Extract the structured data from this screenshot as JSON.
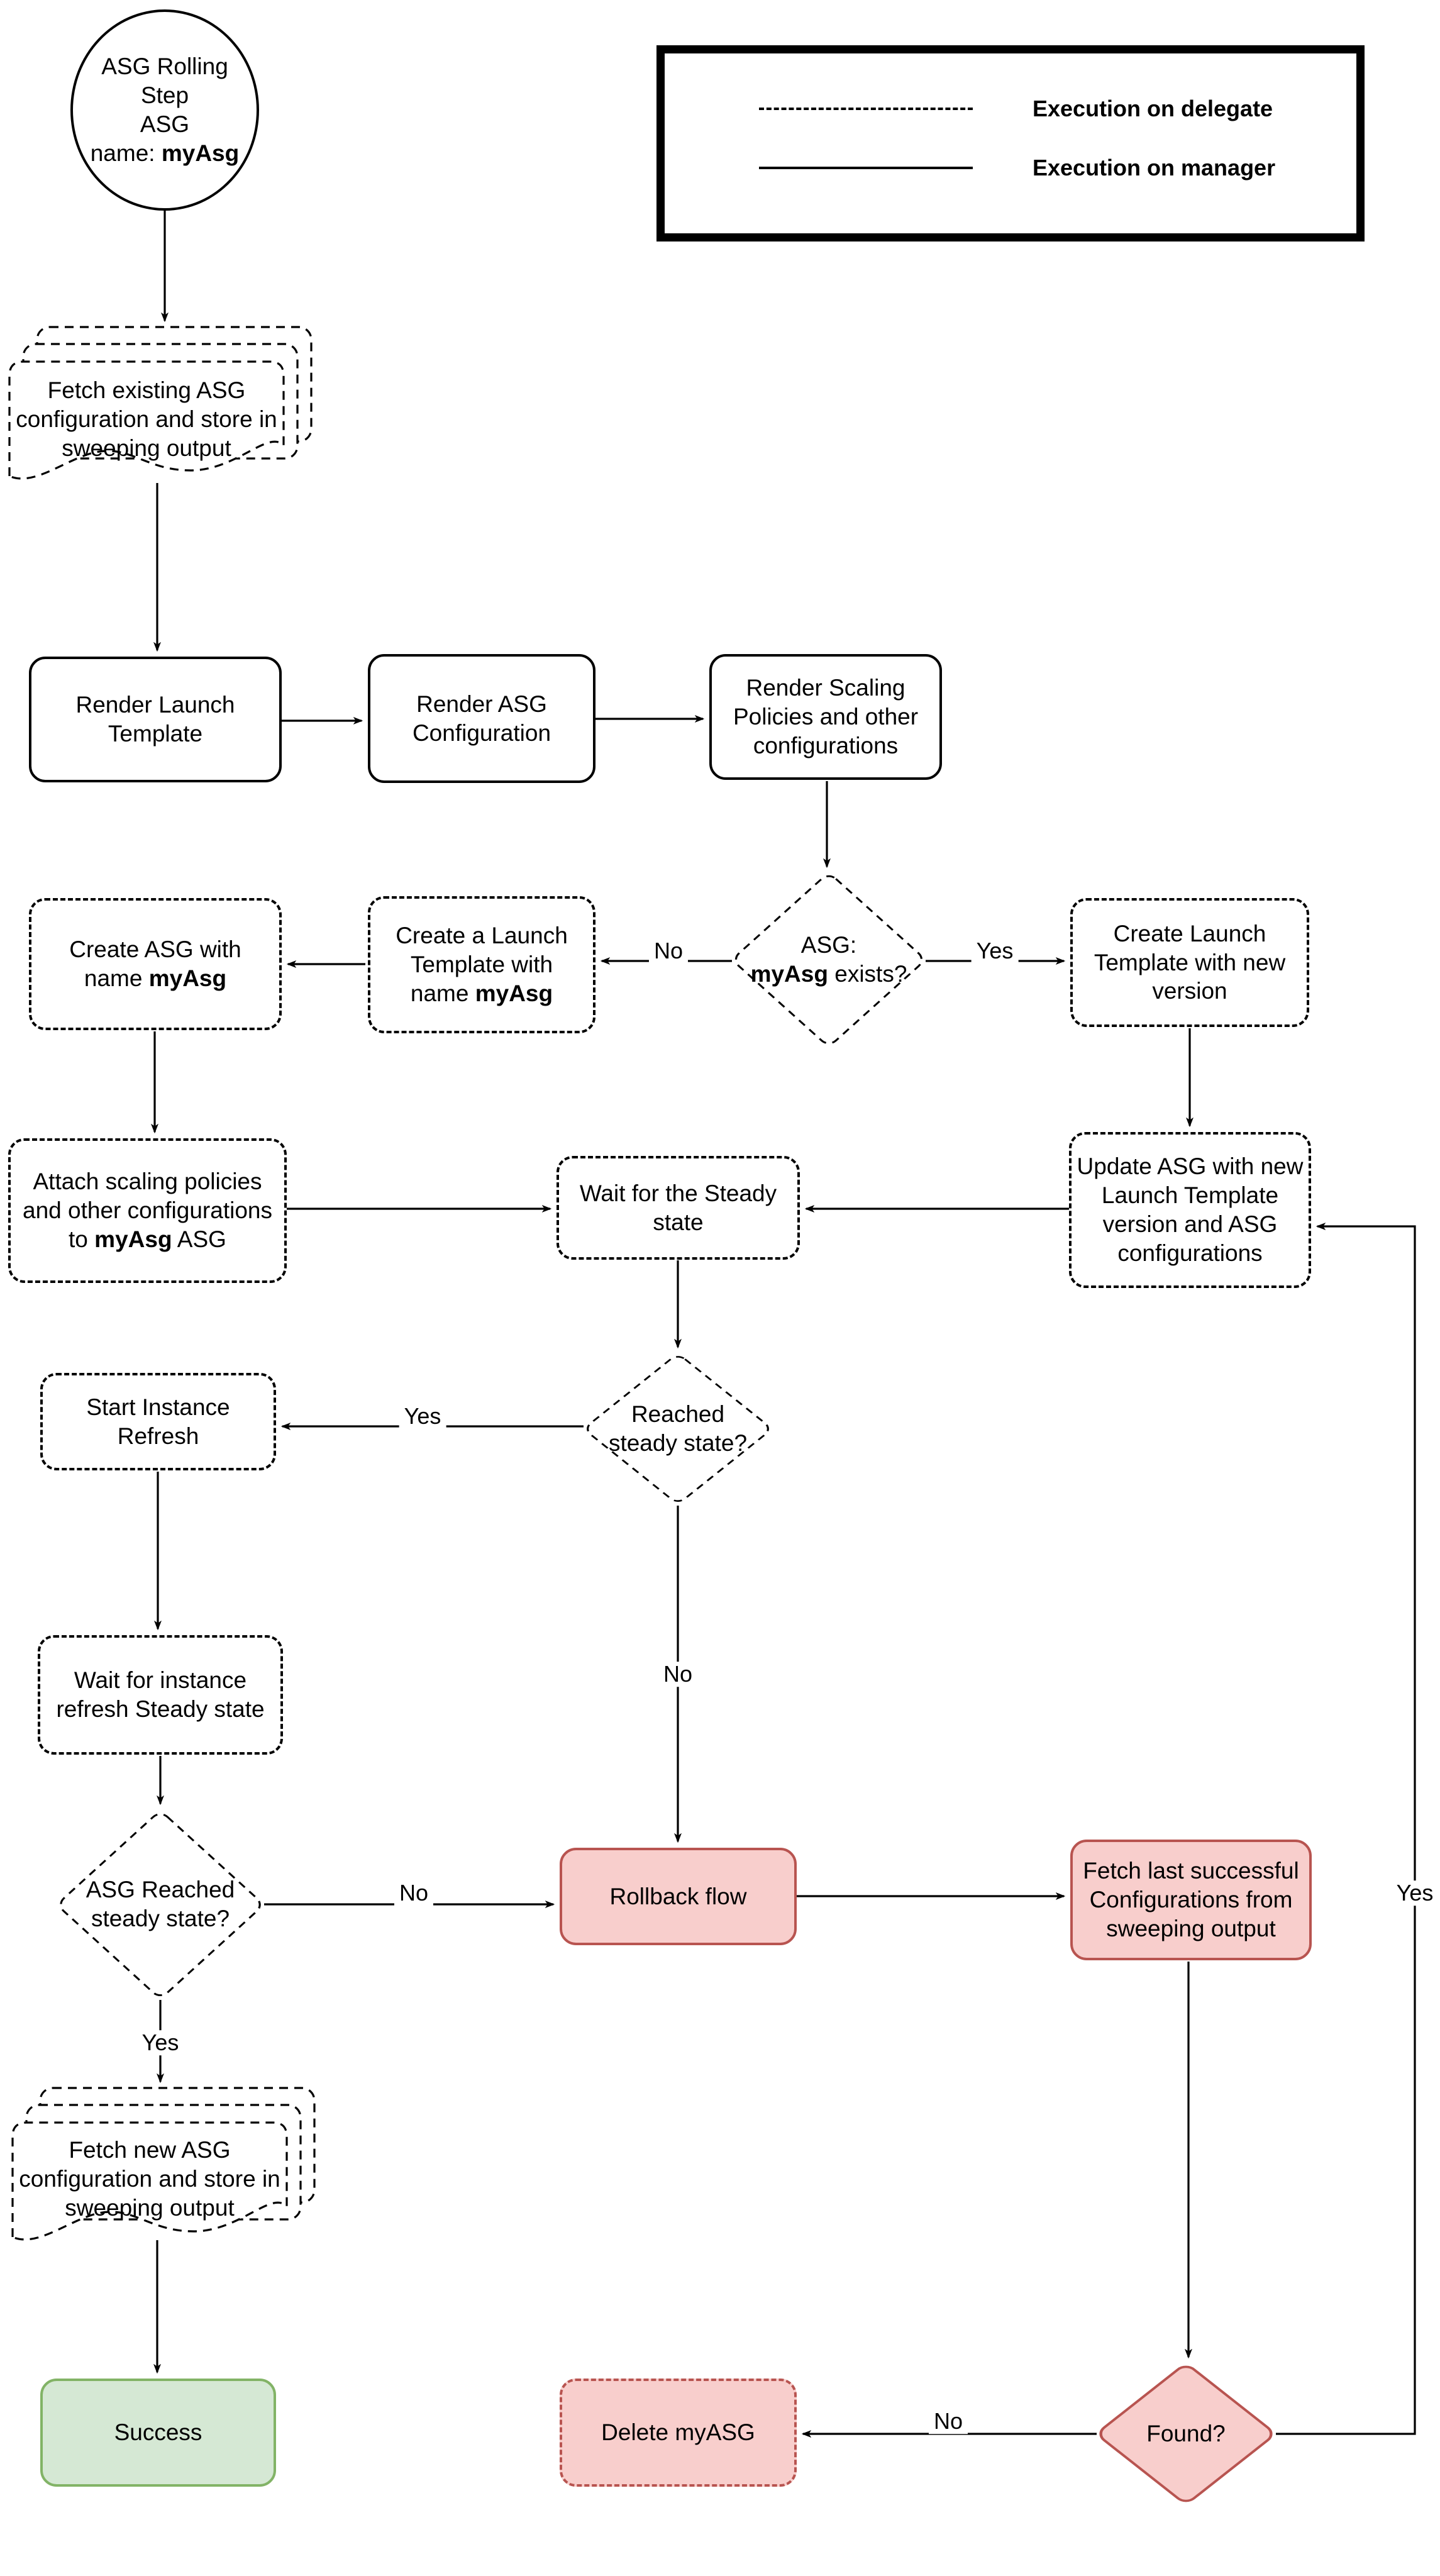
{
  "legend": {
    "delegate_label": "Execution on delegate",
    "manager_label": "Execution on manager"
  },
  "nodes": {
    "start": {
      "l1": "ASG Rolling Step",
      "l2": "ASG",
      "l3a": "name: ",
      "l3b": "myAsg"
    },
    "fetch_existing": {
      "text": "Fetch existing ASG configuration and store in sweeping output"
    },
    "render_launch_template": {
      "text": "Render Launch Template"
    },
    "render_asg_configuration": {
      "text": "Render ASG Configuration"
    },
    "render_scaling_policies": {
      "text": "Render Scaling Policies and other configurations"
    },
    "asg_exists_decision": {
      "l1": "ASG:",
      "l2a": "myAsg",
      "l2b": " exists?"
    },
    "create_launch_template_named": {
      "a": "Create a Launch Template with name ",
      "b": "myAsg"
    },
    "create_asg": {
      "a": "Create ASG with name ",
      "b": "myAsg"
    },
    "create_launch_template_new": {
      "text": "Create Launch Template with new version"
    },
    "attach_scaling_policies": {
      "a": "Attach scaling policies and other configurations to ",
      "b": "myAsg",
      "c": " ASG"
    },
    "wait_steady": {
      "text": "Wait for the Steady state"
    },
    "update_asg": {
      "text": "Update ASG with new Launch Template version and ASG configurations"
    },
    "reached_steady_decision": {
      "text": "Reached steady state?"
    },
    "start_instance_refresh": {
      "text": "Start Instance Refresh"
    },
    "wait_instance_refresh": {
      "text": "Wait for instance refresh Steady state"
    },
    "asg_reached_steady_decision": {
      "text": "ASG Reached steady state?"
    },
    "rollback_flow": {
      "text": "Rollback flow"
    },
    "fetch_last_successful": {
      "text": "Fetch last successful Configurations from sweeping output"
    },
    "fetch_new_asg": {
      "text": "Fetch new ASG configuration and store in sweeping output"
    },
    "success": {
      "text": "Success"
    },
    "delete_my_asg": {
      "text": "Delete myASG"
    },
    "found_decision": {
      "text": "Found?"
    }
  },
  "edge_labels": {
    "asg_exists_no": "No",
    "asg_exists_yes": "Yes",
    "reached_steady_yes": "Yes",
    "reached_steady_no": "No",
    "asg_reached_no": "No",
    "asg_reached_yes": "Yes",
    "found_no": "No",
    "found_yes": "Yes"
  },
  "colors": {
    "danger_fill": "#f8cecc",
    "danger_border": "#b85450",
    "success_fill": "#d5e8d4",
    "success_border": "#82b366",
    "line": "#000000"
  }
}
